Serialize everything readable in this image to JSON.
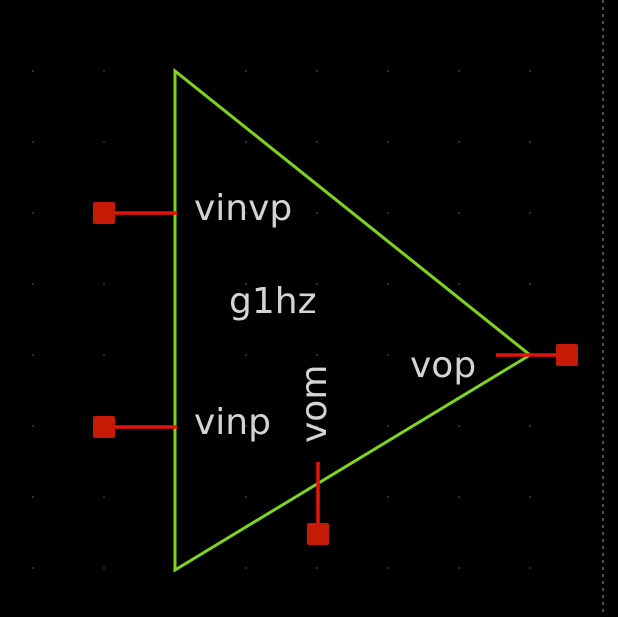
{
  "schematic": {
    "cell_name": "g1hz",
    "pins": {
      "vinvp": {
        "name": "vinvp",
        "direction": "input"
      },
      "vinp": {
        "name": "vinp",
        "direction": "input"
      },
      "vop": {
        "name": "vop",
        "direction": "output"
      },
      "vom": {
        "name": "vom",
        "direction": "output"
      }
    },
    "colors": {
      "background": "#000000",
      "symbol_outline": "#7fd321",
      "wire": "#e8120c",
      "pin_marker": "#c41a06",
      "label_text": "#d4d4d4",
      "grid_dot": "#3a3a3a",
      "boundary_line": "#6a6a6a"
    }
  }
}
